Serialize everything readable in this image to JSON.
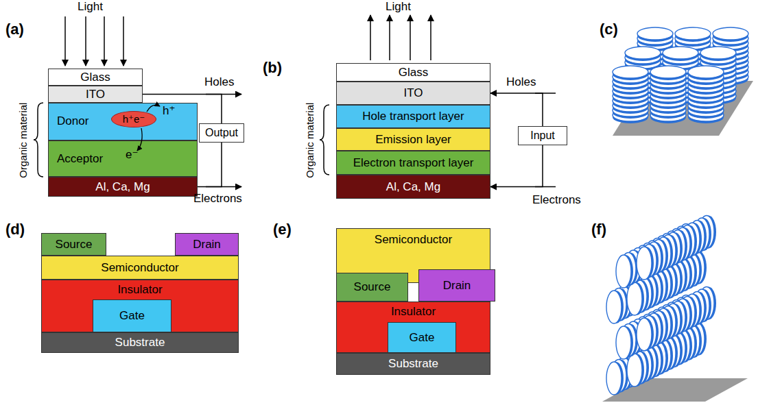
{
  "diagram": {
    "nodes": [
      {
        "text": [
          "Glass"
        ]
      },
      {
        "text": [
          "ITO"
        ]
      },
      {
        "text": [
          "Donor",
          "h⁺"
        ]
      },
      {
        "text": [
          "h⁺e⁻"
        ],
        "in": 2
      },
      {
        "text": [
          "Acceptor",
          "e⁻"
        ]
      },
      {
        "text": [
          "Al, Ca, Mg"
        ]
      },
      {
        "text": [
          "Output"
        ]
      },
      {
        "text": [
          "Glass"
        ]
      },
      {
        "text": [
          "ITO"
        ]
      },
      {
        "text": [
          "Hole transport layer"
        ]
      },
      {
        "text": [
          "Emission layer"
        ]
      },
      {
        "text": [
          "Electron transport layer"
        ]
      },
      {
        "text": [
          "Al, Ca, Mg"
        ]
      },
      {
        "text": [
          "Input"
        ]
      },
      {
        "text": [
          "Source"
        ]
      },
      {
        "text": [
          "Drain"
        ]
      },
      {
        "text": [
          "Semiconductor"
        ]
      },
      {
        "text": [
          "Insulator"
        ]
      },
      {
        "text": [
          "Gate"
        ],
        "in": 17
      },
      {
        "text": [
          "Substrate"
        ]
      },
      {
        "text": [
          "Semiconductor"
        ]
      },
      {
        "text": [
          "Source"
        ]
      },
      {
        "text": [
          "Drain"
        ]
      },
      {
        "text": [
          "Insulator"
        ]
      },
      {
        "text": [
          "Gate"
        ],
        "in": 23
      },
      {
        "text": [
          "Substrate"
        ]
      }
    ],
    "edges": [
      {
        "from": 1,
        "to": 6,
        "arrow": "none"
      },
      {
        "from": 5,
        "to": 6,
        "arrow": "none"
      },
      {
        "from": 13,
        "to": 8,
        "arrow": "to"
      },
      {
        "from": 13,
        "to": 12,
        "arrow": "to"
      }
    ],
    "labels": [
      "(a)",
      "Light",
      "Holes",
      "Electrons",
      "Organic material",
      "(b)",
      "Light",
      "Holes",
      "Electrons",
      "Organic material",
      "(c)",
      "(d)",
      "(e)",
      "(f)"
    ]
  }
}
